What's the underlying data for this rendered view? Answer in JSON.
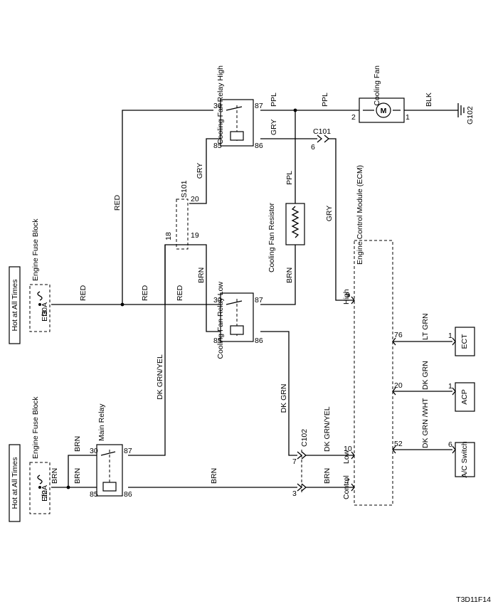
{
  "figure_id": "T3D11F14",
  "power_labels": {
    "top": "Hot at All Times",
    "bottom": "Hot at All Times"
  },
  "fuse_blocks": {
    "top": {
      "title": "Engine Fuse Block",
      "fuse": "Ef3",
      "rating": "30A"
    },
    "bottom": {
      "title": "Engine Fuse Block",
      "fuse": "Ef2",
      "rating": "20A"
    }
  },
  "relays": {
    "high": {
      "title": "Cooling Fan Relay High",
      "pins": [
        "30",
        "87",
        "85",
        "86"
      ]
    },
    "low": {
      "title": "Cooling Fan Relay Low",
      "pins": [
        "30",
        "87",
        "85",
        "86"
      ]
    },
    "main": {
      "title": "Main Relay",
      "pins": [
        "30",
        "87",
        "85",
        "86"
      ]
    }
  },
  "fan": {
    "title": "Cooling Fan",
    "motor_symbol": "M",
    "pin_left": "2",
    "pin_right": "1"
  },
  "ground": "G102",
  "resistor": {
    "title": "Cooling Fan Resistor"
  },
  "splice": {
    "name": "S101",
    "pins": [
      "20",
      "18",
      "19"
    ]
  },
  "connectors": {
    "c101": {
      "name": "C101",
      "pin": "6"
    },
    "c102": {
      "name": "C102",
      "pins": [
        "7",
        "3"
      ]
    }
  },
  "ecm": {
    "title": "Engine Control Module (ECM)",
    "pins": [
      {
        "num": "9",
        "label": "High"
      },
      {
        "num": "76",
        "label": ""
      },
      {
        "num": "20",
        "label": ""
      },
      {
        "num": "10",
        "label": "Low"
      },
      {
        "num": "7",
        "label": "Control"
      },
      {
        "num": "52",
        "label": ""
      }
    ]
  },
  "sensors": [
    {
      "name": "ECT",
      "pin": "1",
      "wire": "LT GRN"
    },
    {
      "name": "ACP",
      "pin": "1",
      "wire": "DK GRN"
    },
    {
      "name": "A/C Switch",
      "pin": "6",
      "wire": "DK GRN /WHT"
    }
  ],
  "wires": {
    "ppl": "PPL",
    "blk": "BLK",
    "gry": "GRY",
    "red": "RED",
    "brn": "BRN",
    "dk_grn_yel": "DK GRN/YEL",
    "dk_grn": "DK GRN"
  }
}
